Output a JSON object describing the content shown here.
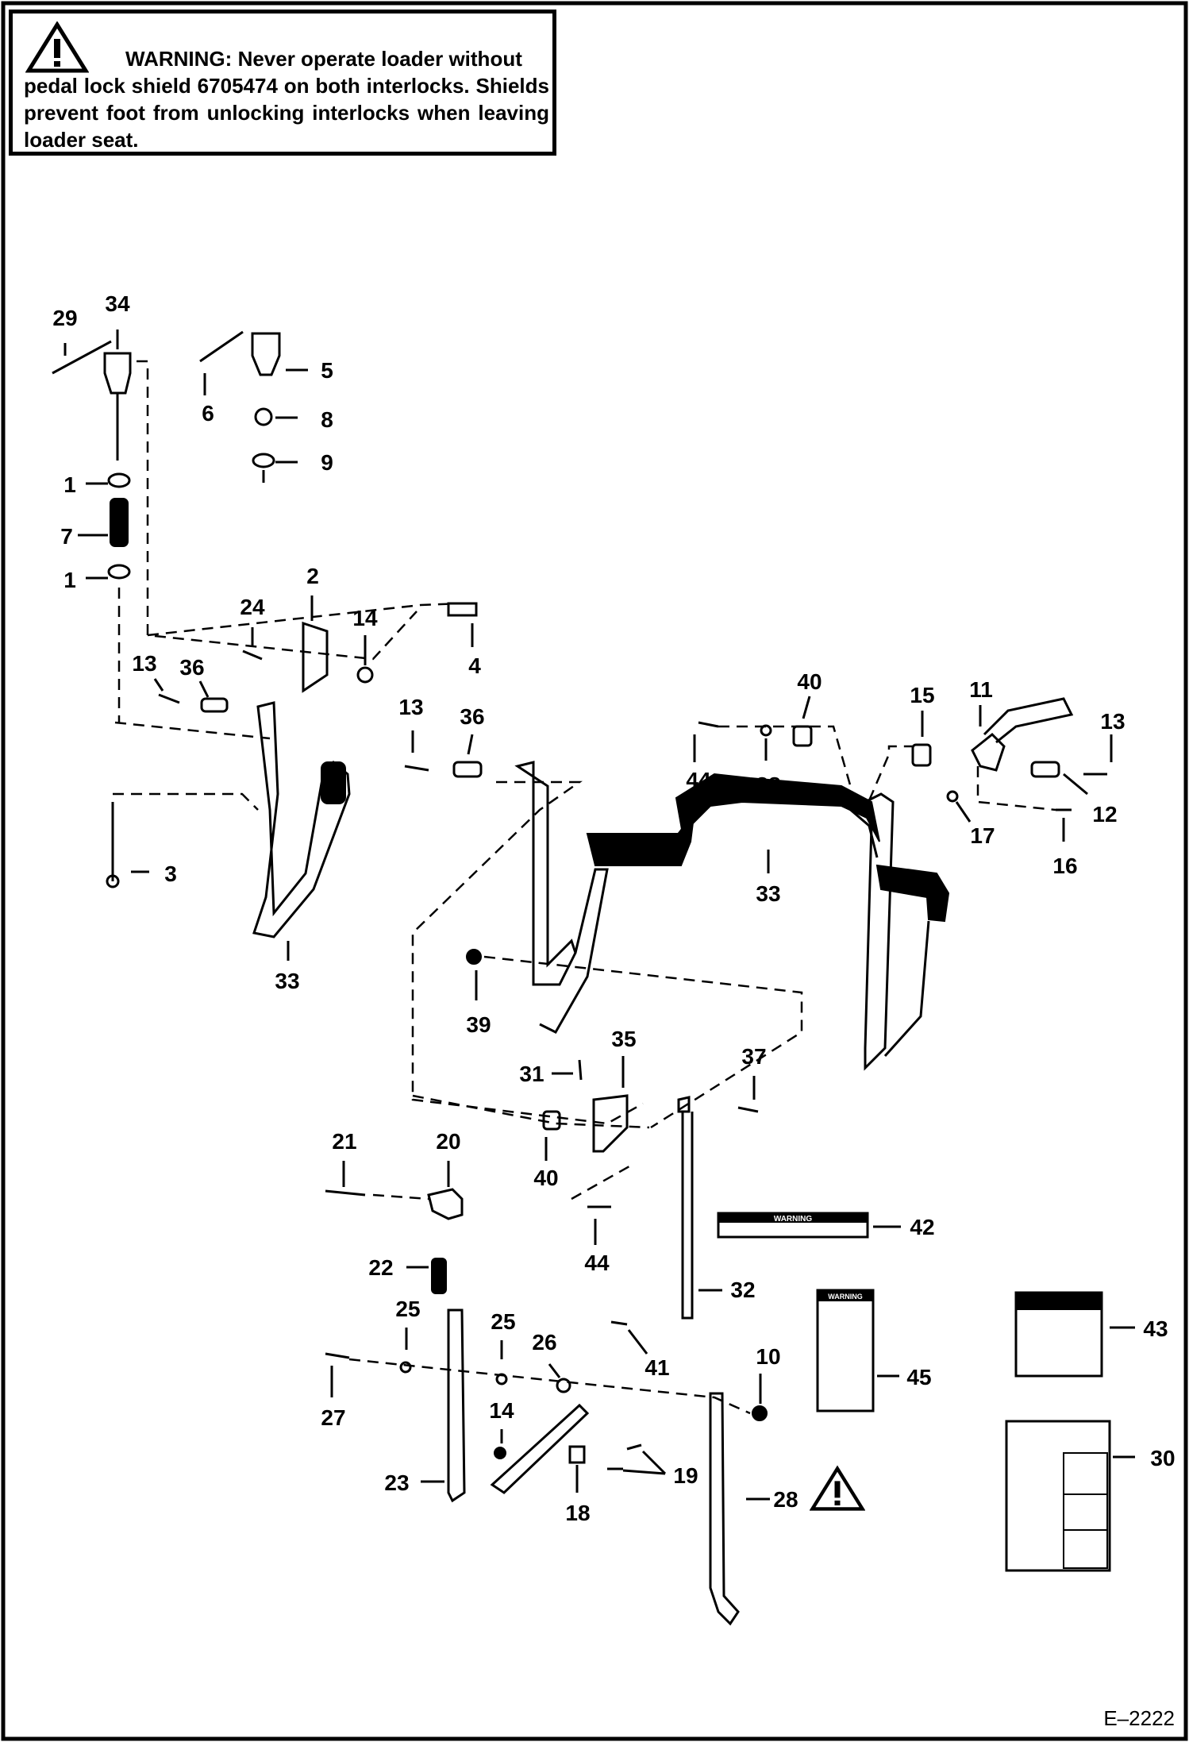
{
  "warning": {
    "heading": "WARNING:",
    "text_line1": "Never operate loader without",
    "text_rest": "pedal lock shield 6705474 on both interlocks. Shields prevent foot from unlocking interlocks when leaving loader seat."
  },
  "figure_number": "E–2222",
  "callouts": {
    "c29": "29",
    "c34": "34",
    "c5": "5",
    "c6": "6",
    "c8": "8",
    "c9": "9",
    "c1a": "1",
    "c7": "7",
    "c1b": "1",
    "c2": "2",
    "c24": "24",
    "c14a": "14",
    "c4": "4",
    "c13a": "13",
    "c36a": "36",
    "c3": "3",
    "c33a": "33",
    "c13b": "13",
    "c36b": "36",
    "c40a": "40",
    "c44a": "44",
    "c38": "38",
    "c15": "15",
    "c11": "11",
    "c13c": "13",
    "c12": "12",
    "c17": "17",
    "c16": "16",
    "c33b": "33",
    "c39": "39",
    "c35": "35",
    "c31": "31",
    "c37": "37",
    "c21": "21",
    "c20": "20",
    "c40b": "40",
    "c42": "42",
    "c22": "22",
    "c44b": "44",
    "c32": "32",
    "c25a": "25",
    "c25b": "25",
    "c26": "26",
    "c10": "10",
    "c41": "41",
    "c43": "43",
    "c27": "27",
    "c45": "45",
    "c14b": "14",
    "c19": "19",
    "c30": "30",
    "c23": "23",
    "c18": "18",
    "c28": "28"
  },
  "decal_42_text": "WARNING",
  "decal_45_text": "WARNING"
}
